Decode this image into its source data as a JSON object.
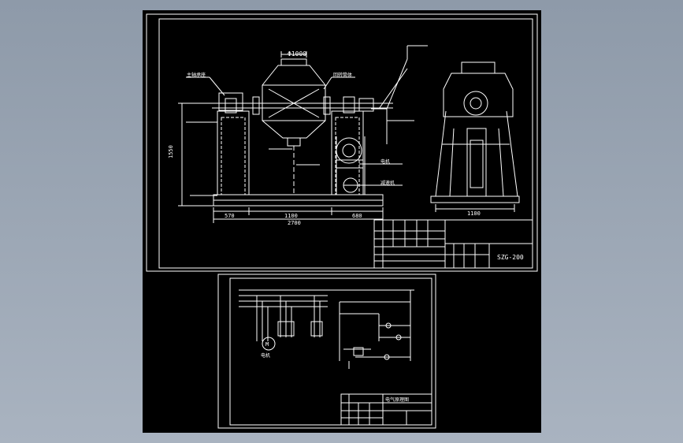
{
  "colors": {
    "background": "#9aa5b3",
    "canvas": "#000000",
    "lines": "#ffffff"
  },
  "sheet1": {
    "dims": {
      "d1": "570",
      "d2": "1100",
      "d3": "680",
      "total": "2700",
      "height": "1550",
      "side_width": "1100",
      "top_width": "Φ1000",
      "top": ""
    },
    "labels": {
      "l1": "主轴承座",
      "l2": "",
      "l3": "",
      "l4": "回转筒体",
      "l5": "",
      "motor": "电机",
      "reducer": "减速机",
      "n1": "",
      "n2": "",
      "n3": "",
      "n4": "",
      "bottom": ""
    },
    "title_block": {
      "model": "SZG-200",
      "name": "",
      "drawn": "",
      "checked": "",
      "approved": ""
    }
  },
  "sheet2": {
    "labels": {
      "motor": "电机",
      "title": "电气原理图",
      "name": "",
      "drawn": ""
    }
  }
}
